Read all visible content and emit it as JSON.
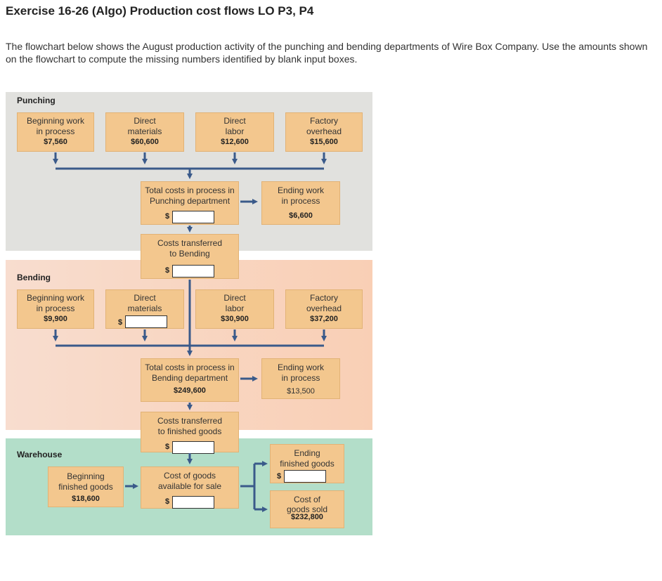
{
  "header": {
    "title": "Exercise 16-26 (Algo) Production cost flows LO P3, P4",
    "intro": "The flowchart below shows the August production activity of the punching and bending departments of Wire Box Company. Use the amounts shown on the flowchart to compute the missing numbers identified by blank input boxes."
  },
  "colors": {
    "box": "#f3c78e",
    "arrow": "#3a5a8a",
    "punching_bg": "#e1e1de",
    "bending_bg": "#f9d3bd",
    "warehouse_bg": "#b3dec9"
  },
  "punching": {
    "label": "Punching",
    "bwip": {
      "l1": "Beginning work",
      "l2": "in process",
      "value": "$7,560"
    },
    "dm": {
      "l1": "Direct",
      "l2": "materials",
      "value": "$60,600"
    },
    "dl": {
      "l1": "Direct",
      "l2": "labor",
      "value": "$12,600"
    },
    "foh": {
      "l1": "Factory",
      "l2": "overhead",
      "value": "$15,600"
    },
    "total": {
      "l1": "Total costs in process in",
      "l2": "Punching department",
      "dollar": "$"
    },
    "ewip": {
      "l1": "Ending work",
      "l2": "in process",
      "value": "$6,600"
    },
    "transferred": {
      "l1": "Costs transferred",
      "l2": "to Bending",
      "dollar": "$"
    }
  },
  "bending": {
    "label": "Bending",
    "bwip": {
      "l1": "Beginning work",
      "l2": "in process",
      "value": "$9,900"
    },
    "dm": {
      "l1": "Direct",
      "l2": "materials",
      "dollar": "$"
    },
    "dl": {
      "l1": "Direct",
      "l2": "labor",
      "value": "$30,900"
    },
    "foh": {
      "l1": "Factory",
      "l2": "overhead",
      "value": "$37,200"
    },
    "total": {
      "l1": "Total costs in process in",
      "l2": "Bending department",
      "value": "$249,600"
    },
    "ewip": {
      "l1": "Ending work",
      "l2": "in process",
      "value": "$13,500"
    },
    "transferred": {
      "l1": "Costs transferred",
      "l2": "to finished goods",
      "dollar": "$"
    }
  },
  "warehouse": {
    "label": "Warehouse",
    "bfg": {
      "l1": "Beginning",
      "l2": "finished goods",
      "value": "$18,600"
    },
    "cogas": {
      "l1": "Cost of goods",
      "l2": "available for sale",
      "dollar": "$"
    },
    "efg": {
      "l1": "Ending",
      "l2": "finished goods",
      "dollar": "$"
    },
    "cogs": {
      "l1": "Cost of",
      "l2": "goods sold",
      "value": "$232,800"
    }
  }
}
